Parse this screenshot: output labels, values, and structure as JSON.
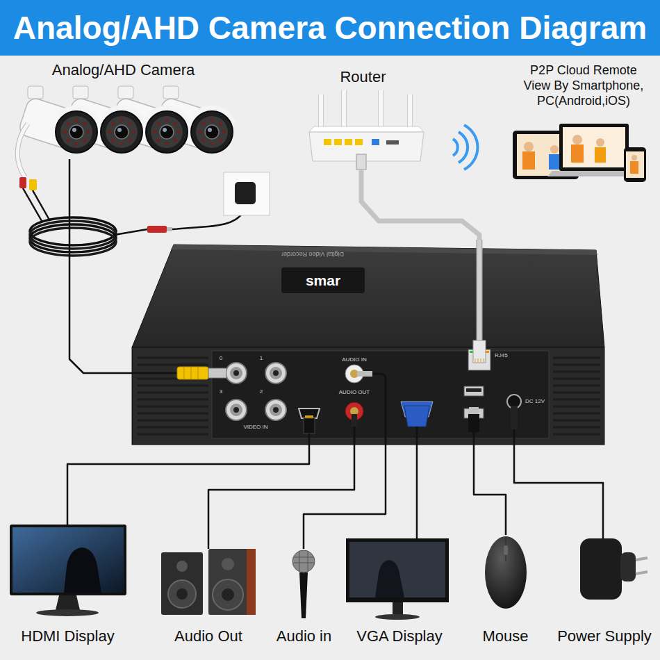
{
  "diagram": {
    "title": "Analog/AHD Camera Connection Diagram",
    "nodes": [
      {
        "text": [
          "Analog/AHD Camera"
        ]
      },
      {
        "text": [
          "Router"
        ]
      },
      {
        "text": [
          "P2P Cloud Remote View By Smartphone, PC(Android,iOS)"
        ]
      },
      {
        "text": [
          "smar"
        ]
      },
      {
        "text": [
          "HDMI Display"
        ]
      },
      {
        "text": [
          "Audio Out"
        ]
      },
      {
        "text": [
          "Audio in"
        ]
      },
      {
        "text": [
          "VGA Display"
        ]
      },
      {
        "text": [
          "Mouse"
        ]
      },
      {
        "text": [
          "Power Supply"
        ]
      }
    ],
    "edges": [
      {
        "from": 0,
        "to": 3,
        "arrow": "none"
      },
      {
        "from": 1,
        "to": 3,
        "arrow": "none"
      },
      {
        "from": 3,
        "to": 4,
        "arrow": "none"
      },
      {
        "from": 3,
        "to": 5,
        "arrow": "none"
      },
      {
        "from": 3,
        "to": 6,
        "arrow": "none"
      },
      {
        "from": 3,
        "to": 7,
        "arrow": "none"
      },
      {
        "from": 3,
        "to": 8,
        "arrow": "none"
      },
      {
        "from": 3,
        "to": 9,
        "arrow": "none"
      }
    ],
    "labels": [
      "Digital Video Recorder",
      "0",
      "1",
      "3",
      "2",
      "VIDEO IN",
      "AUDIO IN",
      "AUDIO OUT",
      "RJ45",
      "DC 12V"
    ]
  }
}
